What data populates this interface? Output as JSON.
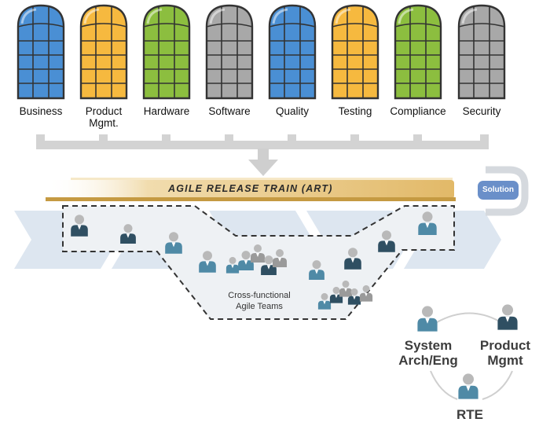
{
  "silos": [
    {
      "label": "Business",
      "color": "#4a8fd4"
    },
    {
      "label": "Product Mgmt.",
      "color": "#f6b93f"
    },
    {
      "label": "Hardware",
      "color": "#8cbe3f"
    },
    {
      "label": "Software",
      "color": "#a8a8a8"
    },
    {
      "label": "Quality",
      "color": "#4a8fd4"
    },
    {
      "label": "Testing",
      "color": "#f6b93f"
    },
    {
      "label": "Compliance",
      "color": "#8cbe3f"
    },
    {
      "label": "Security",
      "color": "#a8a8a8"
    }
  ],
  "train": {
    "label": "AGILE RELEASE TRAIN (ART)"
  },
  "solution": {
    "label": "Solution"
  },
  "teams": {
    "label_line1": "Cross-functional",
    "label_line2": "Agile Teams"
  },
  "roles": {
    "system_arch_line1": "System",
    "system_arch_line2": "Arch/Eng",
    "product_mgmt_line1": "Product",
    "product_mgmt_line2": "Mgmt",
    "rte": "RTE"
  },
  "colors": {
    "chevron": "#dde6f0",
    "train_gold": "#e9c98a",
    "person_dark": "#2f4f62",
    "person_teal": "#4f8aa6",
    "person_gray": "#9a9a9a",
    "connector": "#c9c9c9"
  }
}
